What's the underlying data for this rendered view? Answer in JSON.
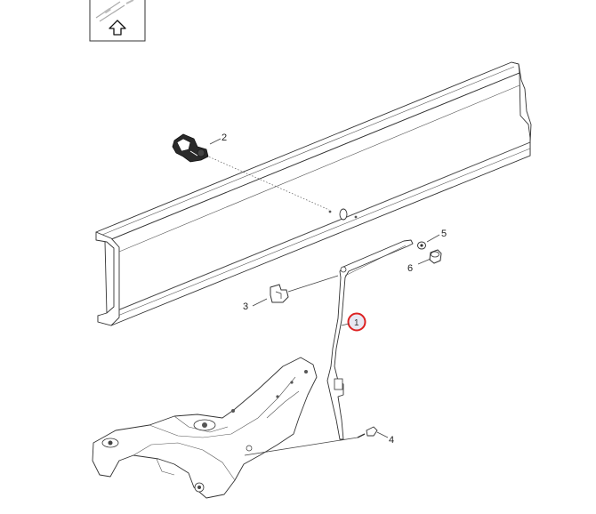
{
  "diagram": {
    "front_icon": "front-arrow-icon",
    "callouts": [
      {
        "id": "2",
        "label": "2"
      },
      {
        "id": "5",
        "label": "5"
      },
      {
        "id": "6",
        "label": "6"
      },
      {
        "id": "3",
        "label": "3"
      },
      {
        "id": "1",
        "label": "1"
      },
      {
        "id": "4",
        "label": "4"
      }
    ],
    "highlight_color": "#dd2222"
  }
}
